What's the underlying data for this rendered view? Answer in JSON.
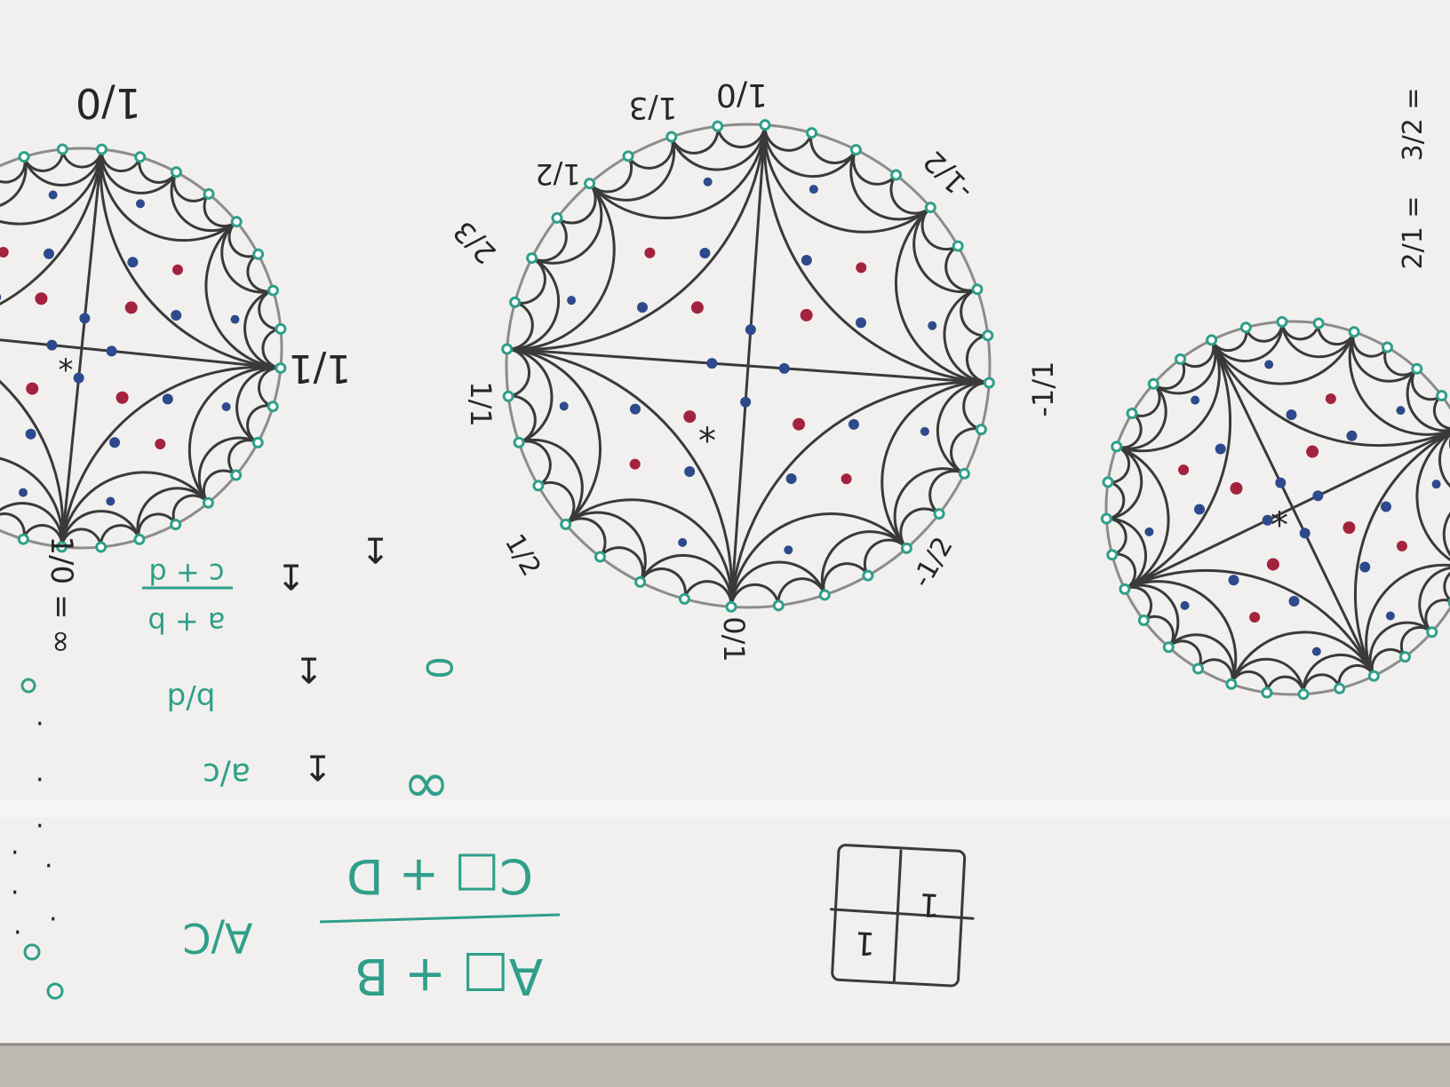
{
  "colors": {
    "board": "#f1f0ee",
    "ledge": "#bcb9b3",
    "black_marker": "#3a3a3a",
    "teal_marker": "#2f9f8a",
    "red_dot": "#a3223e",
    "blue_dot": "#2c4a8c",
    "rim": "#8c8c8c"
  },
  "left_disk": {
    "top_label": "1/0",
    "right_label": "1/1",
    "bottom_label": "1/0 = ∞",
    "star": "*"
  },
  "center_disk": {
    "labels": [
      "1/0",
      "1/3",
      "1/2",
      "2/3",
      "1/1",
      "1/2",
      "0/1",
      "-1/2",
      "-1/1",
      "-1/2"
    ],
    "star": "*"
  },
  "right_edge_notes": [
    "3/2 =",
    "2/1 ="
  ],
  "right_disk": {
    "star": "*"
  },
  "teal_notes": {
    "fraction_numerator": "a + b",
    "fraction_denominator": "c + d",
    "arrow_mark": "↦",
    "zero": "0",
    "a_over_c": "a/c",
    "b_over_d": "b/d",
    "infinity": "∞",
    "formula_numerator": "A□ + B",
    "formula_denominator": "C□ + D",
    "big_a_over_c": "A/C"
  },
  "grid_box": {
    "cells": [
      "1",
      "",
      "",
      "1"
    ]
  },
  "dots_column": [
    "·",
    "·",
    "·",
    "·",
    "·",
    "·",
    "·",
    "·"
  ]
}
